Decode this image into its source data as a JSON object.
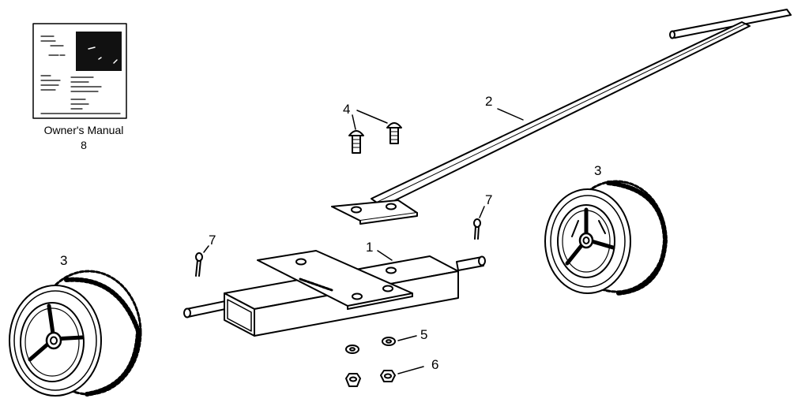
{
  "manual": {
    "title": "Owner's Manual",
    "number": "8"
  },
  "callouts": {
    "axle": "1",
    "handle": "2",
    "wheel_left": "3",
    "wheel_right": "3",
    "bolts": "4",
    "washers": "5",
    "nuts": "6",
    "pin_left": "7",
    "pin_right": "7"
  }
}
